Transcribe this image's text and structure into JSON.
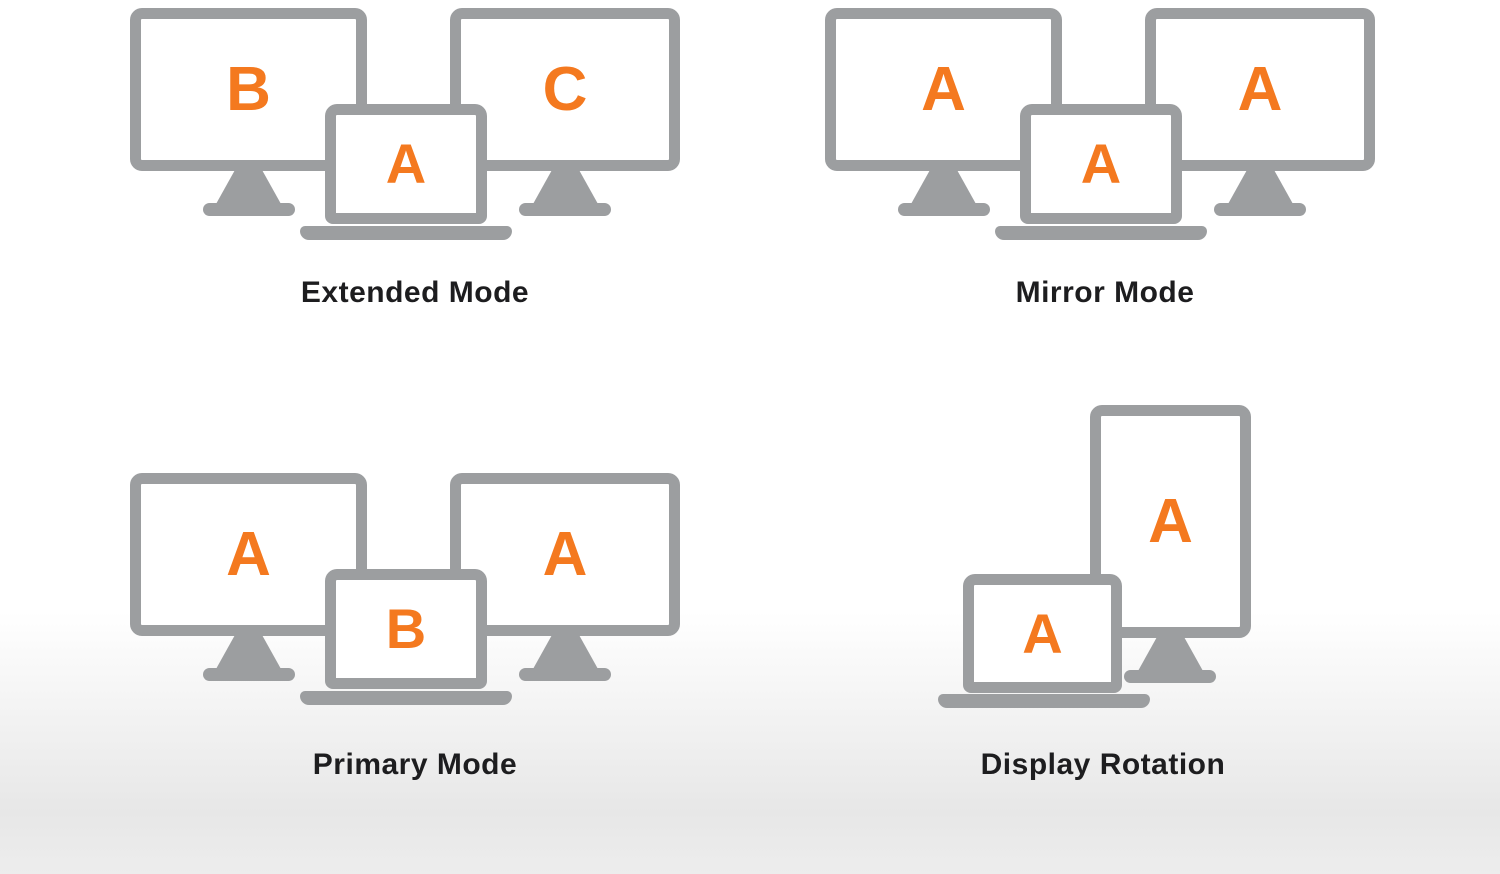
{
  "colors": {
    "accent": "#F4791F",
    "device_gray": "#9C9EA0",
    "label_text": "#1D1D1F"
  },
  "groups": {
    "extended": {
      "label": "Extended Mode",
      "left_monitor_letter": "B",
      "laptop_letter": "A",
      "right_monitor_letter": "C"
    },
    "mirror": {
      "label": "Mirror Mode",
      "left_monitor_letter": "A",
      "laptop_letter": "A",
      "right_monitor_letter": "A"
    },
    "primary": {
      "label": "Primary Mode",
      "left_monitor_letter": "A",
      "laptop_letter": "B",
      "right_monitor_letter": "A"
    },
    "rotation": {
      "label": "Display Rotation",
      "laptop_letter": "A",
      "portrait_monitor_letter": "A"
    }
  }
}
